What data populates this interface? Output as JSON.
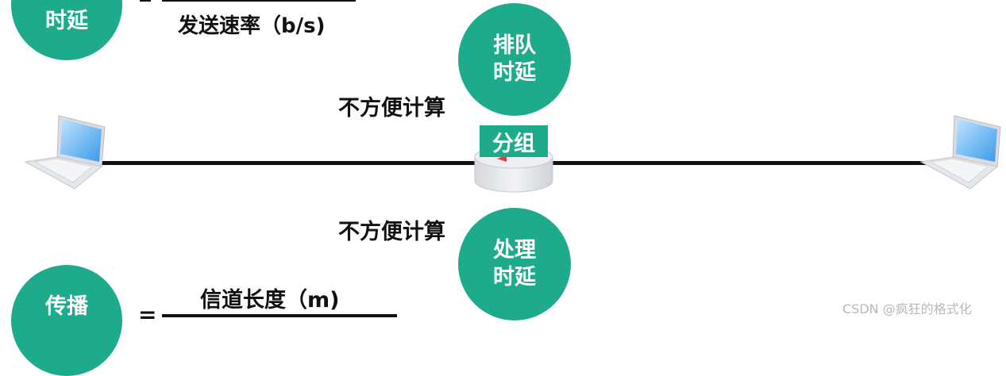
{
  "top_left_bubble": {
    "line1": "",
    "line2": "时延"
  },
  "transmission_formula": {
    "denominator": "发送速率（b/s)"
  },
  "queuing_bubble": {
    "line1": "排队",
    "line2": "时延"
  },
  "queuing_note": "不方便计算",
  "packet_label": "分组",
  "processing_note": "不方便计算",
  "processing_bubble": {
    "line1": "处理",
    "line2": "时延"
  },
  "propagation_bubble": {
    "line1": "传播"
  },
  "propagation_formula": {
    "equals": "=",
    "numerator": "信道长度（m)"
  },
  "watermark": "CSDN @疯狂的格式化",
  "colors": {
    "accent": "#1eab8c",
    "link": "#111111",
    "marker": "#e8384f"
  },
  "icons": [
    "laptop-icon",
    "router-icon"
  ]
}
